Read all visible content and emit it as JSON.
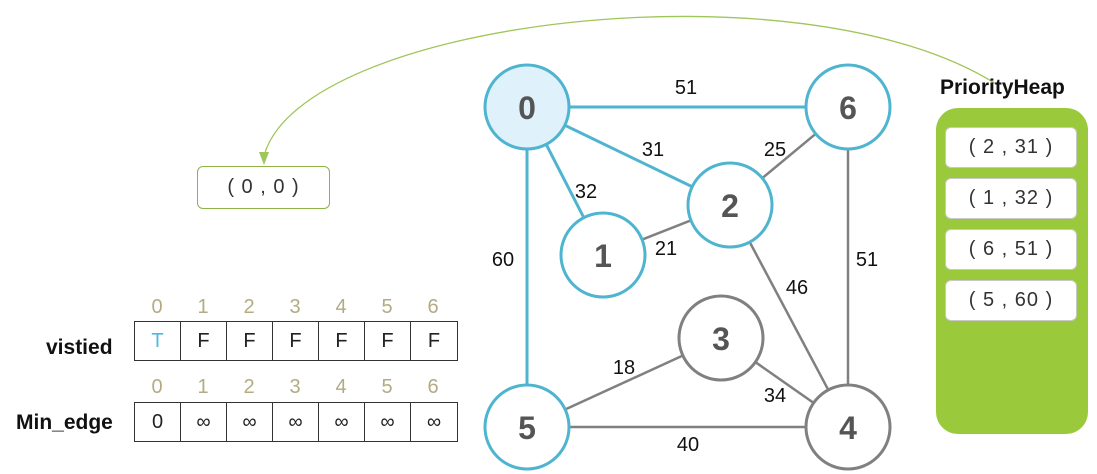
{
  "current": "( 0 , 0 )",
  "heap": {
    "title": "PriorityHeap",
    "items": [
      "( 2 , 31 )",
      "( 1 , 32 )",
      "( 6 , 51 )",
      "( 5 , 60 )"
    ]
  },
  "visited": {
    "label": "vistied",
    "indices": [
      "0",
      "1",
      "2",
      "3",
      "4",
      "5",
      "6"
    ],
    "values": [
      "T",
      "F",
      "F",
      "F",
      "F",
      "F",
      "F"
    ]
  },
  "min_edge": {
    "label": "Min_edge",
    "indices": [
      "0",
      "1",
      "2",
      "3",
      "4",
      "5",
      "6"
    ],
    "values": [
      "0",
      "∞",
      "∞",
      "∞",
      "∞",
      "∞",
      "∞"
    ]
  },
  "graph": {
    "nodes": [
      {
        "id": "0",
        "state": "current"
      },
      {
        "id": "6",
        "state": "frontier"
      },
      {
        "id": "2",
        "state": "frontier"
      },
      {
        "id": "1",
        "state": "frontier"
      },
      {
        "id": "3",
        "state": "unvisited"
      },
      {
        "id": "5",
        "state": "frontier"
      },
      {
        "id": "4",
        "state": "unvisited"
      }
    ],
    "edges": [
      {
        "from": "0",
        "to": "6",
        "weight": "51",
        "active": true
      },
      {
        "from": "0",
        "to": "2",
        "weight": "31",
        "active": true
      },
      {
        "from": "0",
        "to": "1",
        "weight": "32",
        "active": true
      },
      {
        "from": "0",
        "to": "5",
        "weight": "60",
        "active": true
      },
      {
        "from": "6",
        "to": "2",
        "weight": "25",
        "active": false
      },
      {
        "from": "1",
        "to": "2",
        "weight": "21",
        "active": false
      },
      {
        "from": "6",
        "to": "4",
        "weight": "51",
        "active": false
      },
      {
        "from": "2",
        "to": "4",
        "weight": "46",
        "active": false
      },
      {
        "from": "5",
        "to": "3",
        "weight": "18",
        "active": false
      },
      {
        "from": "3",
        "to": "4",
        "weight": "34",
        "active": false
      },
      {
        "from": "5",
        "to": "4",
        "weight": "40",
        "active": false
      }
    ]
  },
  "colors": {
    "active": "#4fb4cf",
    "inactive": "#808080",
    "current_fill": "#dff1fb",
    "arrow": "#9fc65a",
    "heap": "#9ac93b"
  }
}
